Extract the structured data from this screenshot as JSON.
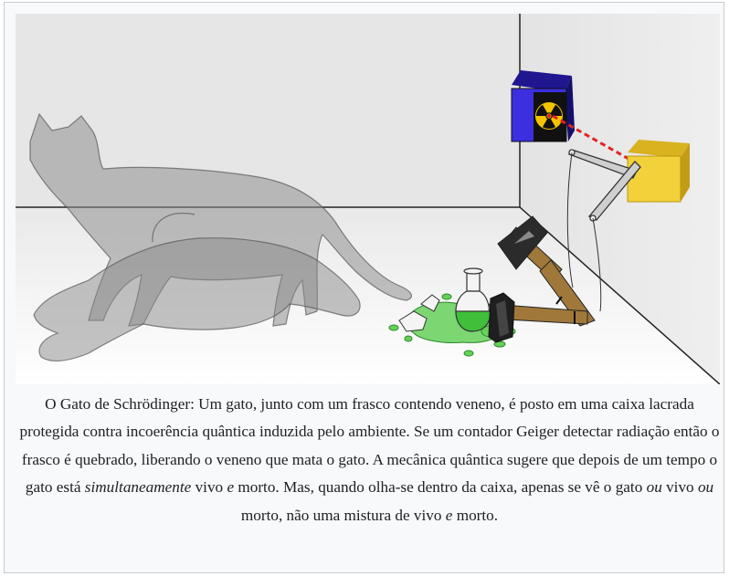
{
  "caption": {
    "p1": "O Gato de Schrödinger: Um gato, junto com um frasco contendo veneno, é posto em uma caixa lacrada protegida contra incoerência quântica induzida pelo ambiente. Se um contador Geiger detectar radiação então o frasco é quebrado, liberando o veneno que mata o gato. A mecânica quântica sugere que depois de um tempo o gato está",
    "em1": "simultaneamente",
    "p2": "vivo",
    "em2": "e",
    "p3": "morto. Mas, quando olha-se dentro da caixa, apenas se vê o gato",
    "em3": "ou",
    "p4": "vivo",
    "em4": "ou",
    "p5": "morto, não uma mistura de vivo",
    "em5": "e",
    "p6": "morto."
  },
  "colors": {
    "radiation_box": "#3b2fe0",
    "geiger_box": "#f2d13a",
    "beam": "#e02424",
    "poison": "#66d05a",
    "hammer_handle": "#a0783a",
    "cat": "#8f8f8f"
  },
  "icons": {
    "radiation": "radiation-trefoil-icon"
  }
}
